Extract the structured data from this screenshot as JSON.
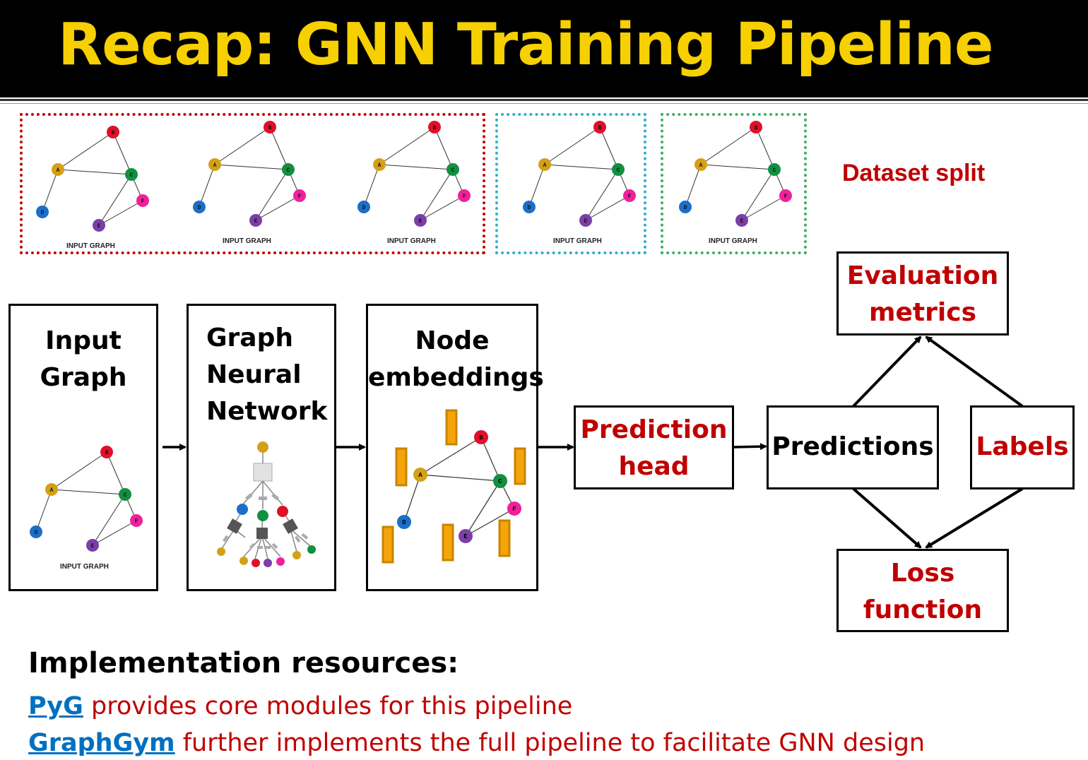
{
  "title": "Recap: GNN Training Pipeline",
  "input_graph_label": "INPUT GRAPH",
  "node_letters": [
    "A",
    "B",
    "C",
    "D",
    "E",
    "F"
  ],
  "node_colors": {
    "A": "#d4a017",
    "B": "#e0102a",
    "C": "#109040",
    "D": "#1a6fc9",
    "E": "#7b3fa8",
    "F": "#f0209a"
  },
  "split_colors": {
    "train": "#c00000",
    "validation": "#2ab0c8",
    "test": "#3cb060"
  },
  "dataset_split_label": "Dataset split",
  "boxes": {
    "input_graph": [
      "Input",
      "Graph"
    ],
    "gnn": [
      "Graph",
      "Neural",
      "Network"
    ],
    "node_embeddings": [
      "Node",
      "embeddings"
    ],
    "prediction_head": [
      "Prediction",
      "head"
    ],
    "predictions": "Predictions",
    "labels": "Labels",
    "evaluation_metrics": [
      "Evaluation",
      "metrics"
    ],
    "loss_function": [
      "Loss",
      "function"
    ]
  },
  "resources": {
    "heading": "Implementation resources:",
    "line1": {
      "link": "PyG",
      "text": " provides core modules for this pipeline"
    },
    "line2": {
      "link": "GraphGym",
      "text": " further implements the full pipeline to facilitate GNN design"
    }
  }
}
